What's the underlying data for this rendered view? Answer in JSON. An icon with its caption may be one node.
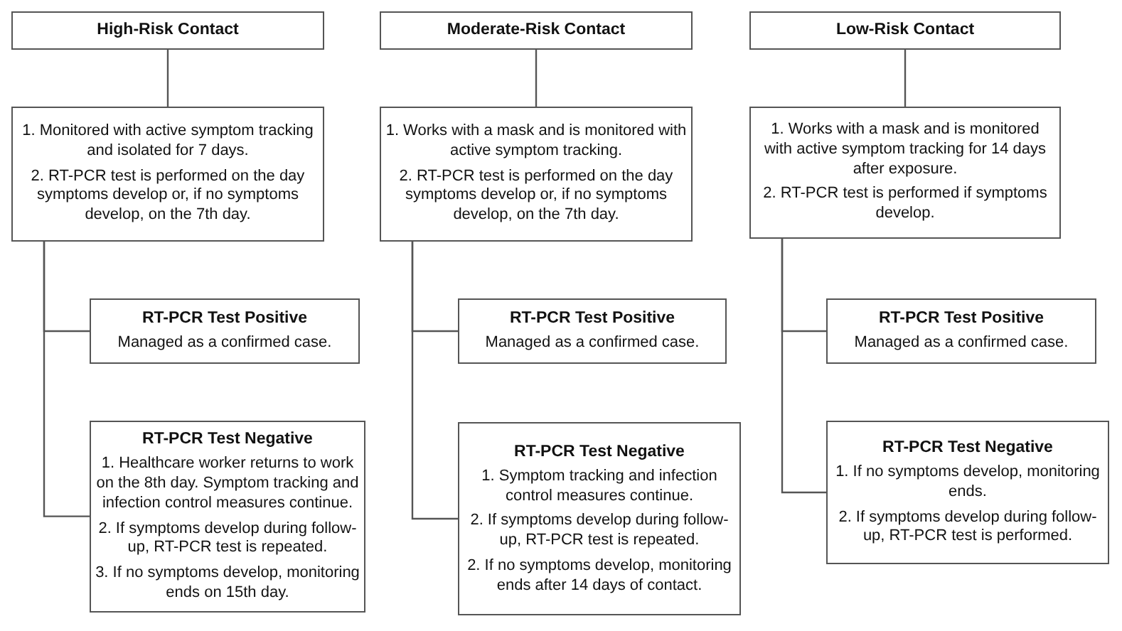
{
  "diagram": {
    "nodes": [
      {
        "text": [
          "High-Risk Contact"
        ]
      },
      {
        "text": [
          "1. Monitored with active symptom tracking and isolated for 7 days.",
          "2. RT-PCR test is performed on the day symptoms develop or, if no symptoms develop, on the 7th day."
        ]
      },
      {
        "text": [
          "RT-PCR Test Positive",
          "Managed as a confirmed case."
        ]
      },
      {
        "text": [
          "RT-PCR Test Negative",
          "1. Healthcare worker returns to work on the 8th day. Symptom tracking and infection control measures continue.",
          "2. If symptoms develop during follow-up, RT-PCR test is repeated.",
          "3. If no symptoms develop, monitoring ends on 15th day."
        ]
      },
      {
        "text": [
          "Moderate-Risk Contact"
        ]
      },
      {
        "text": [
          "1. Works with a mask and is monitored with active symptom tracking.",
          "2. RT-PCR test is performed on the day symptoms develop or, if no symptoms develop, on the 7th day."
        ]
      },
      {
        "text": [
          "RT-PCR Test Positive",
          "Managed as a confirmed case."
        ]
      },
      {
        "text": [
          "RT-PCR Test Negative",
          "1. Symptom tracking and infection control measures continue.",
          "2. If symptoms develop during follow-up, RT-PCR test is repeated.",
          "2. If no symptoms develop, monitoring ends after 14 days of contact."
        ]
      },
      {
        "text": [
          "Low-Risk Contact"
        ]
      },
      {
        "text": [
          "1. Works with a mask and is monitored with active symptom tracking for 14 days after exposure.",
          "2. RT-PCR test is performed if symptoms develop."
        ]
      },
      {
        "text": [
          "RT-PCR Test Positive",
          "Managed as a confirmed case."
        ]
      },
      {
        "text": [
          "RT-PCR Test Negative",
          "1. If no symptoms develop, monitoring ends.",
          "2. If symptoms develop during follow-up, RT-PCR test is performed."
        ]
      }
    ],
    "edges": [
      {
        "from": 0,
        "to": 1,
        "arrow": "none"
      },
      {
        "from": 1,
        "to": 2,
        "arrow": "none"
      },
      {
        "from": 1,
        "to": 3,
        "arrow": "none"
      },
      {
        "from": 4,
        "to": 5,
        "arrow": "none"
      },
      {
        "from": 5,
        "to": 6,
        "arrow": "none"
      },
      {
        "from": 5,
        "to": 7,
        "arrow": "none"
      },
      {
        "from": 8,
        "to": 9,
        "arrow": "none"
      },
      {
        "from": 9,
        "to": 10,
        "arrow": "none"
      },
      {
        "from": 9,
        "to": 11,
        "arrow": "none"
      }
    ]
  }
}
